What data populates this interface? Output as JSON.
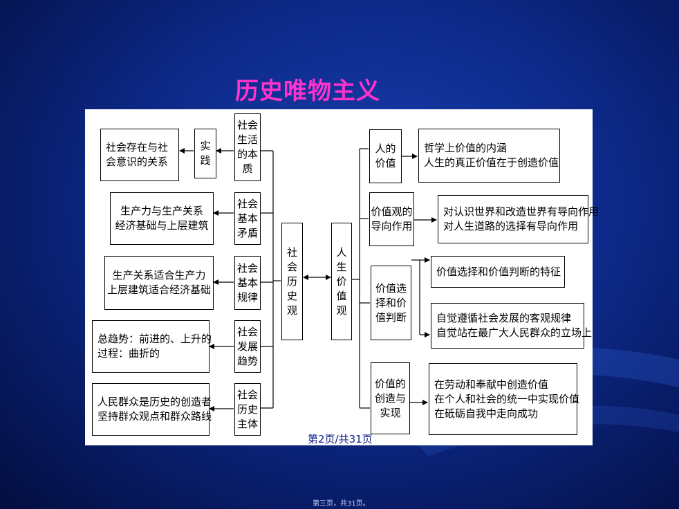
{
  "title": "历史唯物主义",
  "left_branch": {
    "items": [
      {
        "node": [
          "社会",
          "生活",
          "的本",
          "质"
        ],
        "mid": [
          "实",
          "践"
        ],
        "leaf": [
          "社会存在与社",
          "会意识的关系"
        ]
      },
      {
        "node": [
          "社会",
          "基本",
          "矛盾"
        ],
        "leaf": [
          "生产力与生产关系",
          "经济基础与上层建筑"
        ]
      },
      {
        "node": [
          "社会",
          "基本",
          "规律"
        ],
        "leaf": [
          "生产关系适合生产力",
          "上层建筑适合经济基础"
        ]
      },
      {
        "node": [
          "社会",
          "发展",
          "趋势"
        ],
        "leaf": [
          "总趋势：前进的、上升的",
          "过程：曲折的"
        ]
      },
      {
        "node": [
          "社会",
          "历史",
          "主体"
        ],
        "leaf": [
          "人民群众是历史的创造者",
          "坚持群众观点和群众路线"
        ]
      }
    ]
  },
  "center_left": [
    "社",
    "会",
    "历",
    "史",
    "观"
  ],
  "center_right": [
    "人",
    "生",
    "价",
    "值",
    "观"
  ],
  "right_branch": {
    "items": [
      {
        "node": [
          "人的",
          "价值"
        ],
        "leaf": [
          "哲学上价值的内涵",
          "人生的真正价值在于创造价值"
        ]
      },
      {
        "node": [
          "价值观的",
          "导向作用"
        ],
        "leaf": [
          "对认识世界和改造世界有导向作用",
          "对人生道路的选择有导向作用"
        ]
      },
      {
        "node": [
          "价值选",
          "择和价",
          "值判断"
        ],
        "leaves": [
          [
            "价值选择和价值判断的特征"
          ],
          [
            "自觉遵循社会发展的客观规律",
            "自觉站在最广大人民群众的立场上"
          ]
        ]
      },
      {
        "node": [
          "价值的",
          "创造与",
          "实现"
        ],
        "leaf": [
          "在劳动和奉献中创造价值",
          "在个人和社会的统一中实现价值",
          "在砥砺自我中走向成功"
        ]
      }
    ]
  },
  "footer_page": "第2页/共31页",
  "footer_small": "第三页，共31页。",
  "colors": {
    "title": "#ff33cc",
    "background": "#0d2a8a",
    "panel": "#ffffff"
  }
}
